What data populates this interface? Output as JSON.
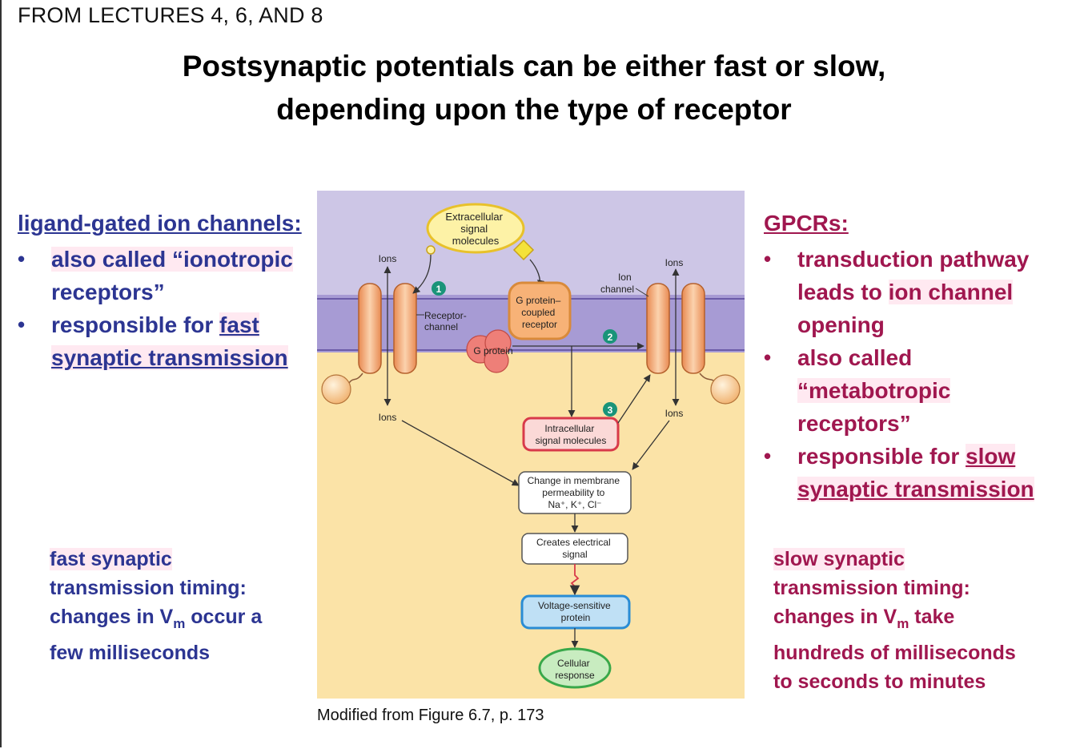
{
  "header": {
    "lectures": "FROM LECTURES 4, 6, AND 8",
    "title_line1": "Postsynaptic potentials can be either fast or slow,",
    "title_line2": "depending upon the type of receptor"
  },
  "left": {
    "heading": "ligand-gated ion channels:",
    "bullet1_a": "also called “ionotropic",
    "bullet1_b": "receptors”",
    "bullet2_pre": "responsible for ",
    "bullet2_link1": "fast",
    "bullet2_link2": "synaptic transmission",
    "timing": {
      "line1": "fast synaptic",
      "line2": "transmission timing:",
      "line3_pre": "changes in V",
      "line3_sub": "m",
      "line3_post": " occur a",
      "line4": "few milliseconds"
    }
  },
  "right": {
    "heading": "GPCRs:",
    "bullet1_a": "transduction pathway",
    "bullet1_b_pre": "leads to ",
    "bullet1_b_hl": "ion channel",
    "bullet1_c": "opening",
    "bullet2_a": "also called",
    "bullet2_b": "“metabotropic",
    "bullet2_c": "receptors”",
    "bullet3_pre": "responsible for ",
    "bullet3_link1": "slow",
    "bullet3_link2": "synaptic transmission",
    "timing": {
      "line1": "slow synaptic",
      "line2": "transmission timing:",
      "line3_pre": "changes in V",
      "line3_sub": "m",
      "line3_post": " take",
      "line4": "hundreds of milliseconds",
      "line5": "to seconds to minutes"
    }
  },
  "diagram": {
    "extracellular_1": "Extracellular",
    "extracellular_2": "signal",
    "extracellular_3": "molecules",
    "ions_tl": "Ions",
    "ions_tr": "Ions",
    "ions_bl": "Ions",
    "ions_br": "Ions",
    "ion_channel_1": "Ion",
    "ion_channel_2": "channel",
    "receptor_channel_1": "Receptor-",
    "receptor_channel_2": "channel",
    "gpcr_1": "G protein–",
    "gpcr_2": "coupled",
    "gpcr_3": "receptor",
    "g_protein": "G protein",
    "step1": "1",
    "step2": "2",
    "step3": "3",
    "intracellular_1": "Intracellular",
    "intracellular_2": "signal molecules",
    "change_1": "Change in membrane",
    "change_2": "permeability to",
    "change_3": "Na⁺, K⁺, Cl⁻",
    "creates_1": "Creates electrical",
    "creates_2": "signal",
    "voltage_1": "Voltage-sensitive",
    "voltage_2": "protein",
    "cellular_1": "Cellular",
    "cellular_2": "response"
  },
  "caption": "Modified from Figure 6.7, p. 173",
  "colors": {
    "extracellular_bg": "#cdc6e6",
    "membrane": "#a79bd4",
    "cytoplasm": "#fbe3a7",
    "channel": "#f2a56e",
    "left_text": "#2c3592",
    "right_text": "#a0174f",
    "step_badge": "#1a9479"
  }
}
